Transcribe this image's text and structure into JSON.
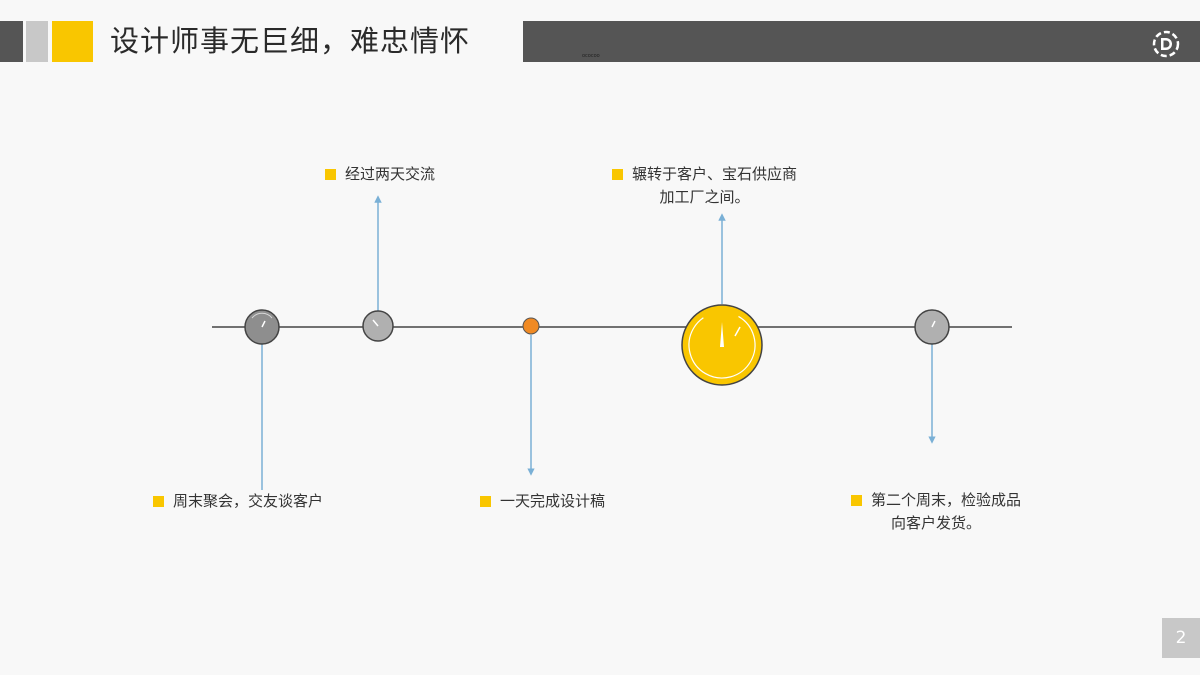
{
  "header": {
    "title": "设计师事无巨细，难忠情怀",
    "tiny_text": "ococoo",
    "accent_color": "#f9c600",
    "bar_color": "#555555"
  },
  "timeline": {
    "events": [
      {
        "text": "周末聚会，交友谈客户"
      },
      {
        "text": "经过两天交流"
      },
      {
        "text": "一天完成设计稿"
      },
      {
        "line1": "辗转于客户、宝石供应商",
        "line2": "加工厂之间。"
      },
      {
        "line1": "第二个周末，检验成品",
        "line2": "向客户发货。"
      }
    ],
    "marker_color": "#f9c600",
    "connector_color": "#7ab0d6"
  },
  "footer": {
    "page_number": "2"
  }
}
